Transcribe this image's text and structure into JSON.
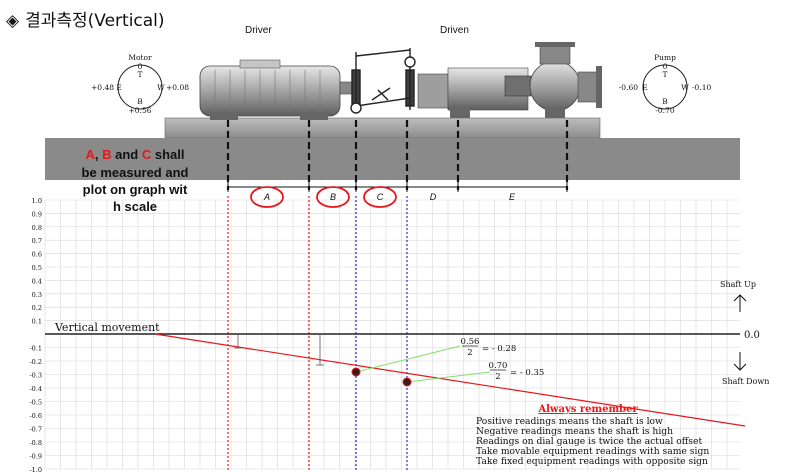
{
  "title": "결과측정(Vertical)",
  "title_icon": "diamond-icon",
  "machine": {
    "driver_label": "Driver",
    "driven_label": "Driven",
    "motor": {
      "name": "Motor",
      "top": "0",
      "top_letter": "T",
      "left": "+0.48",
      "left_letter": "E",
      "right_letter": "W",
      "right": "+0.08",
      "bottom_letter": "B",
      "bottom": "+0.56"
    },
    "pump": {
      "name": "Pump",
      "top": "0",
      "top_letter": "T",
      "left": "-0.60",
      "left_letter": "E",
      "right_letter": "W",
      "right": "-0.10",
      "bottom_letter": "B",
      "bottom": "-0.70"
    }
  },
  "note": {
    "parts": [
      "A",
      ", ",
      "B",
      " and ",
      "C",
      " shall"
    ],
    "lines": [
      "be measured and",
      "plot on graph wit",
      "h scale"
    ]
  },
  "segments": [
    "A",
    "B",
    "C",
    "D",
    "E"
  ],
  "graph": {
    "y_ticks": [
      "1.0",
      "0.9",
      "0.8",
      "0.7",
      "0.6",
      "0.5",
      "0.4",
      "0.3",
      "0.2",
      "0.1",
      "-0.1",
      "-0.2",
      "-0.3",
      "-0.4",
      "-0.5",
      "-0.6",
      "-0.7",
      "-0.8",
      "-0.9",
      "-1.0"
    ],
    "zero_label": "0.0",
    "vertical_movement": "Vertical movement",
    "shaft_up": "Shaft Up",
    "shaft_down": "Shaft Down",
    "formula1": {
      "num": "0.56",
      "den": "2",
      "result": "= - 0.28"
    },
    "formula2": {
      "num": "0.70",
      "den": "2",
      "result": "= - 0.35"
    }
  },
  "remember": {
    "heading": "Always remember",
    "lines": [
      "Positive readings means the shaft is low",
      "Negative readings means the shaft is high",
      "Readings on dial gauge is twice the actual offset",
      "Take movable equipment readings with same sign",
      "Take fixed equipment readings with opposite sign"
    ]
  },
  "colors": {
    "red": "#e8171b",
    "blue": "#2a2ad8",
    "green": "#7fe06a",
    "grid": "#d7d7d7"
  }
}
